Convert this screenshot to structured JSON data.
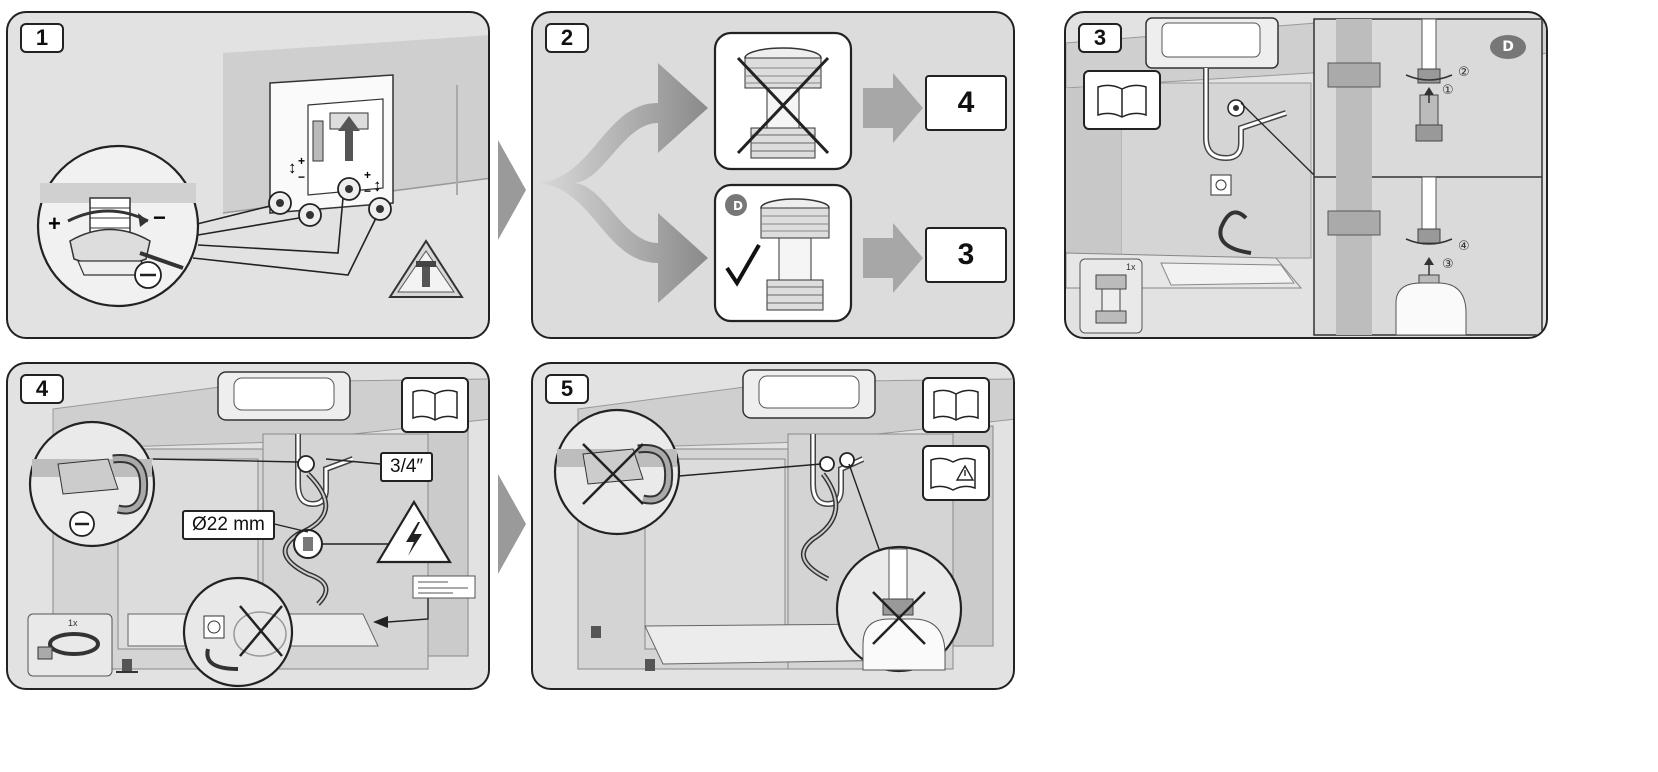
{
  "panels": {
    "p1": {
      "step": "1"
    },
    "p2": {
      "step": "2",
      "goto_top": "4",
      "goto_bottom": "3"
    },
    "p3": {
      "step": "3",
      "qty": "1x",
      "circled": [
        "②",
        "①",
        "④",
        "③"
      ]
    },
    "p4": {
      "step": "4",
      "thread": "3/4″",
      "diameter": "Ø22 mm",
      "qty": "1x"
    },
    "p5": {
      "step": "5"
    }
  },
  "badges": {
    "country": "D"
  },
  "icons": [
    "manual-book-icon",
    "warning-triangle-icon",
    "electric-hazard-icon",
    "check-mark-icon",
    "cross-mark-icon",
    "screwdriver-icon",
    "arrow-up-icon"
  ],
  "colors": {
    "panel_bg": "#e2e2e2",
    "outline": "#222222",
    "arrow_gray": "#8c8c8c"
  }
}
